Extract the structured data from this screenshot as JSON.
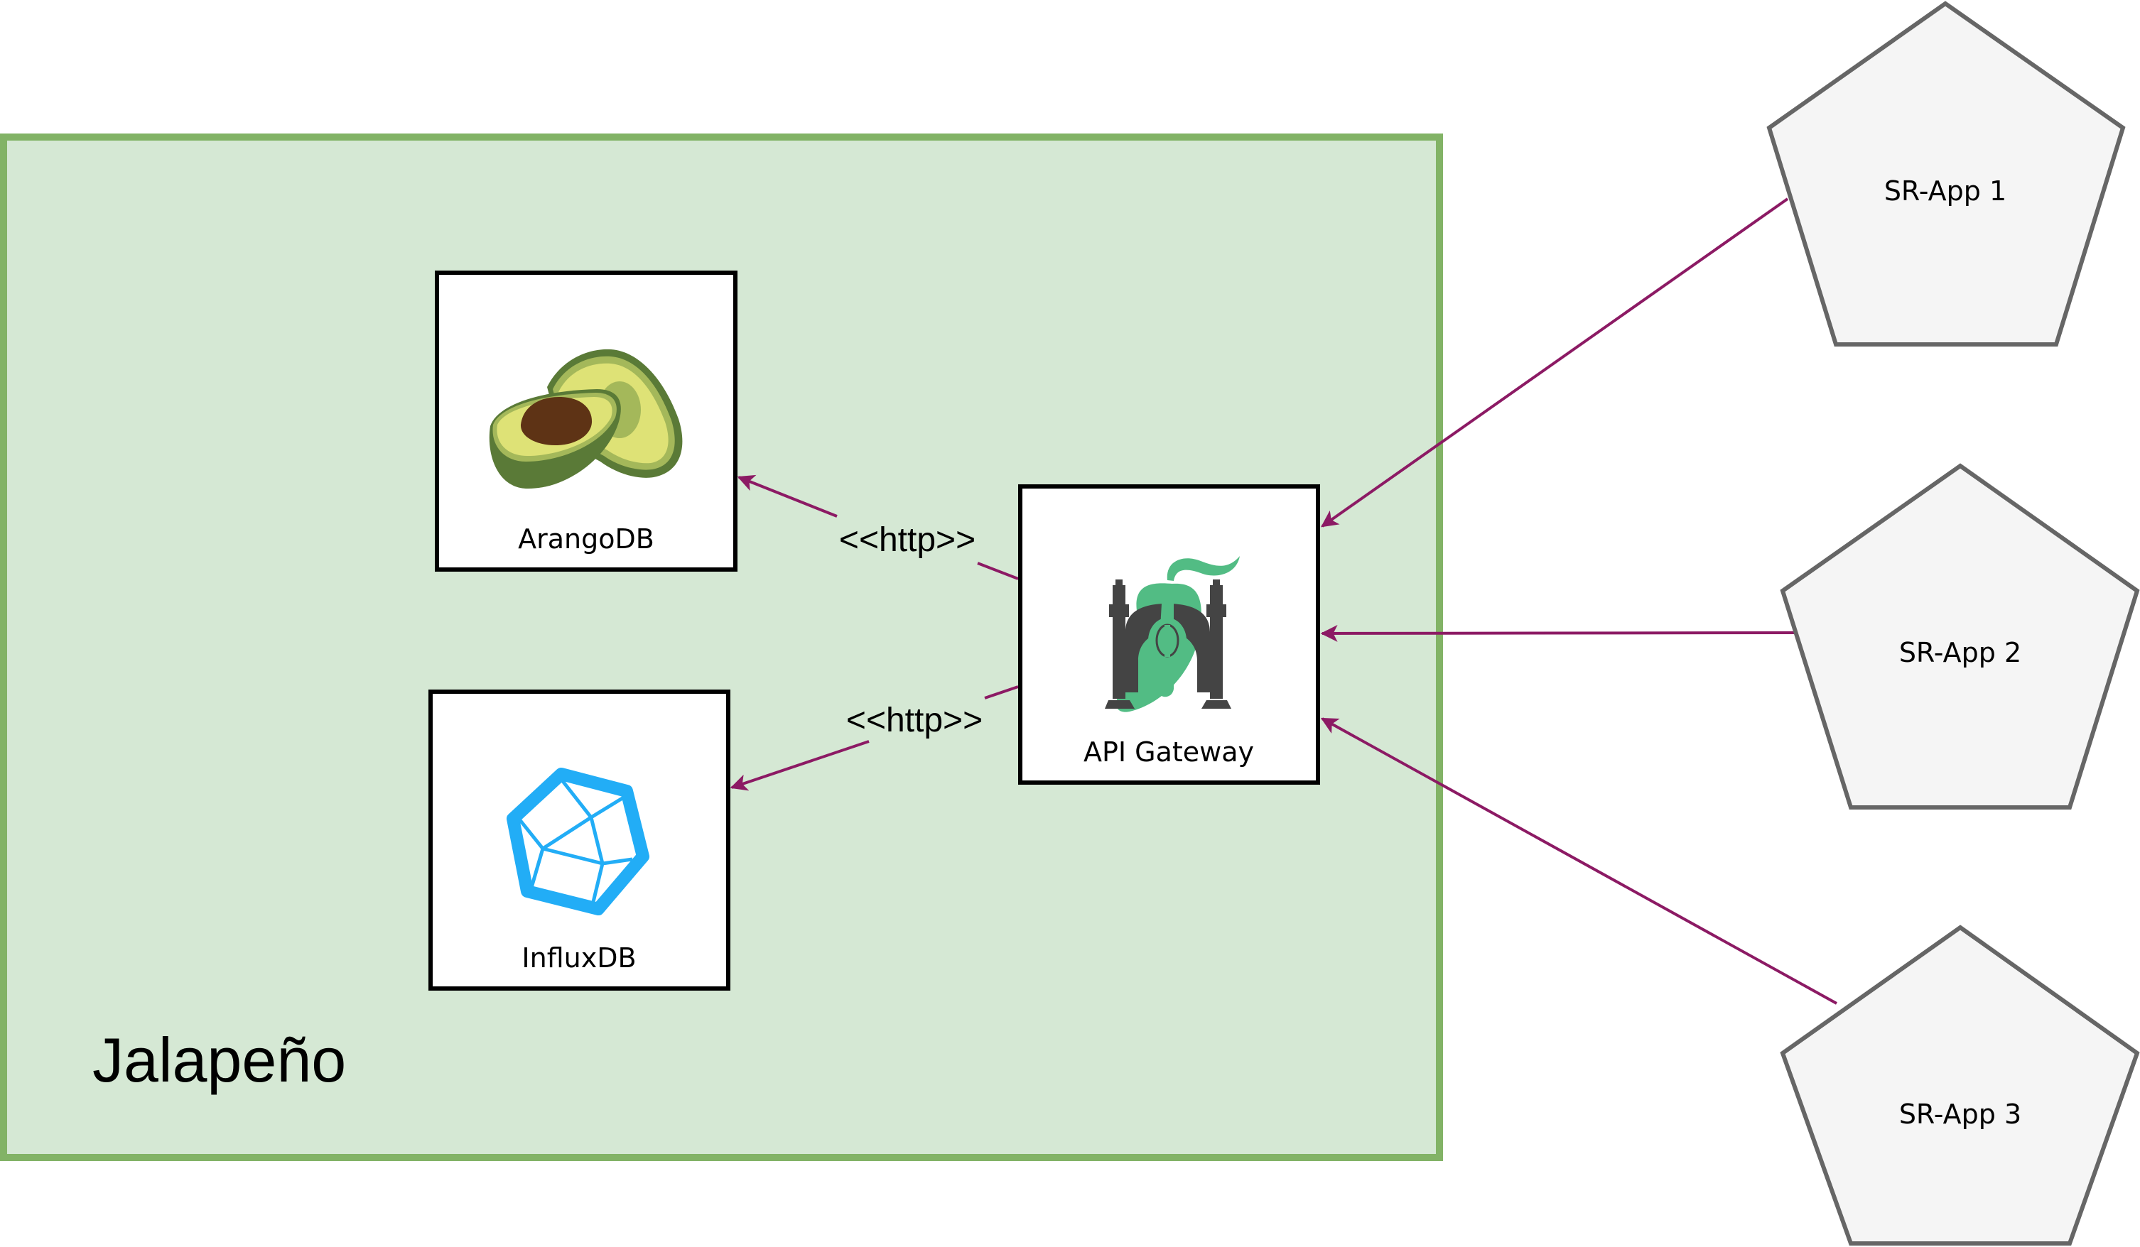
{
  "diagram": {
    "container": {
      "label": "Jalapeño",
      "fill": "#d5e8d4",
      "stroke": "#82b366"
    },
    "nodes": {
      "arangodb": {
        "label": "ArangoDB",
        "icon": "avocado-icon"
      },
      "influxdb": {
        "label": "InfluxDB",
        "icon": "influxdb-logo-icon"
      },
      "gateway": {
        "label": "API Gateway",
        "icon": "jalapeno-gateway-logo-icon"
      },
      "apps": [
        {
          "label": "SR-App 1"
        },
        {
          "label": "SR-App 2"
        },
        {
          "label": "SR-App 3"
        }
      ]
    },
    "edges": [
      {
        "from": "API Gateway",
        "to": "ArangoDB",
        "label": "<<http>>"
      },
      {
        "from": "API Gateway",
        "to": "InfluxDB",
        "label": "<<http>>"
      },
      {
        "from": "SR-App 1",
        "to": "API Gateway",
        "label": ""
      },
      {
        "from": "SR-App 2",
        "to": "API Gateway",
        "label": ""
      },
      {
        "from": "SR-App 3",
        "to": "API Gateway",
        "label": ""
      }
    ],
    "colors": {
      "edge": "#8c1a64",
      "app_fill": "#f5f5f5",
      "app_stroke": "#666666",
      "influx_blue": "#22adf6",
      "jalapeno_green": "#52bc84",
      "gateway_dark": "#444444"
    }
  }
}
